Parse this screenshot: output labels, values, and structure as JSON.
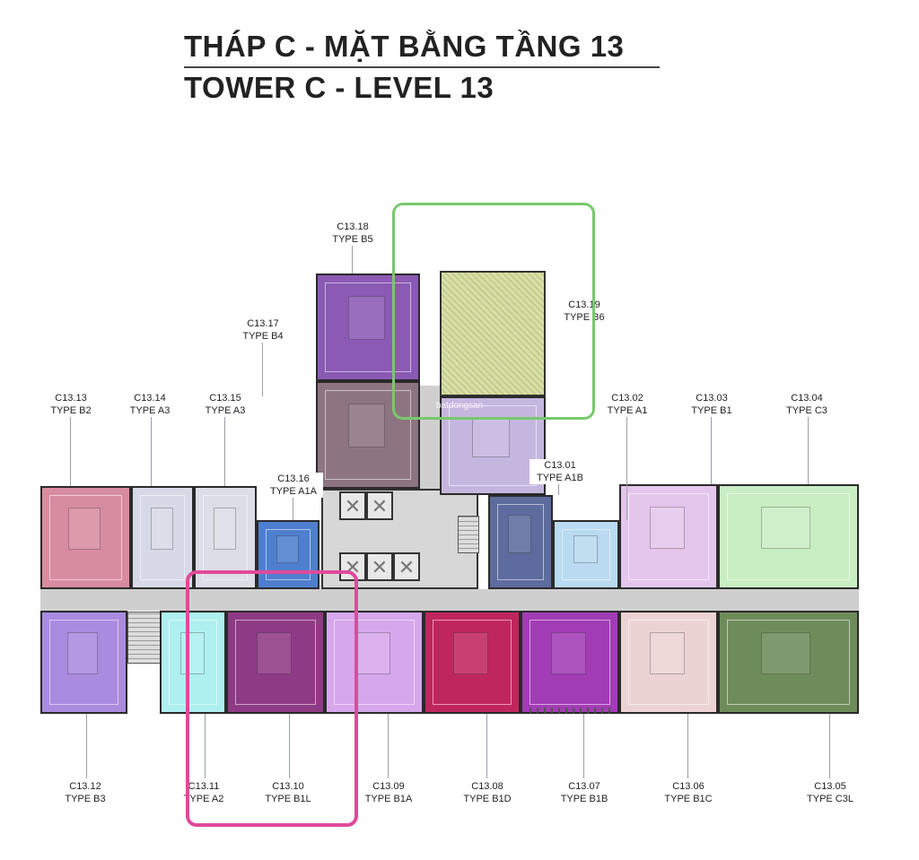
{
  "title": {
    "line1": "THÁP C - MẶT BẰNG TẦNG 13",
    "line2": "TOWER C - LEVEL 13"
  },
  "watermark": "batdongsan",
  "units": {
    "u01": {
      "code": "C13.01",
      "type": "TYPE A1B",
      "color": "#5d6b9e"
    },
    "u02": {
      "code": "C13.02",
      "type": "TYPE A1",
      "color": "#b9daf0"
    },
    "u03": {
      "code": "C13.03",
      "type": "TYPE B1",
      "color": "#e4c6ec"
    },
    "u04": {
      "code": "C13.04",
      "type": "TYPE C3",
      "color": "#c9eec3"
    },
    "u05": {
      "code": "C13.05",
      "type": "TYPE C3L",
      "color": "#6e8c5a"
    },
    "u06": {
      "code": "C13.06",
      "type": "TYPE B1C",
      "color": "#ecd3d3"
    },
    "u07": {
      "code": "C13.07",
      "type": "TYPE B1B",
      "color": "#a23cb5"
    },
    "u08": {
      "code": "C13.08",
      "type": "TYPE B1D",
      "color": "#c0265e"
    },
    "u09": {
      "code": "C13.09",
      "type": "TYPE B1A",
      "color": "#d6a7ec"
    },
    "u10": {
      "code": "C13.10",
      "type": "TYPE B1L",
      "color": "#8f3a85"
    },
    "u11": {
      "code": "C13.11",
      "type": "TYPE A2",
      "color": "#aef0ef"
    },
    "u12": {
      "code": "C13.12",
      "type": "TYPE B3",
      "color": "#a98be0"
    },
    "u13": {
      "code": "C13.13",
      "type": "TYPE B2",
      "color": "#d88ca0"
    },
    "u14": {
      "code": "C13.14",
      "type": "TYPE A3",
      "color": "#d8d9e6"
    },
    "u15": {
      "code": "C13.15",
      "type": "TYPE A3",
      "color": "#dcdde6"
    },
    "u16": {
      "code": "C13.16",
      "type": "TYPE A1A",
      "color": "#4e7fcf"
    },
    "u17": {
      "code": "C13.17",
      "type": "TYPE B4",
      "color": "#8d7481"
    },
    "u18": {
      "code": "C13.18",
      "type": "TYPE B5",
      "color": "#8b5ab5"
    },
    "u19": {
      "code": "C13.19",
      "type": "TYPE B6",
      "color": "#dde3b2"
    }
  },
  "highlights": {
    "green": "#77c96c",
    "pink": "#df4a9a"
  }
}
